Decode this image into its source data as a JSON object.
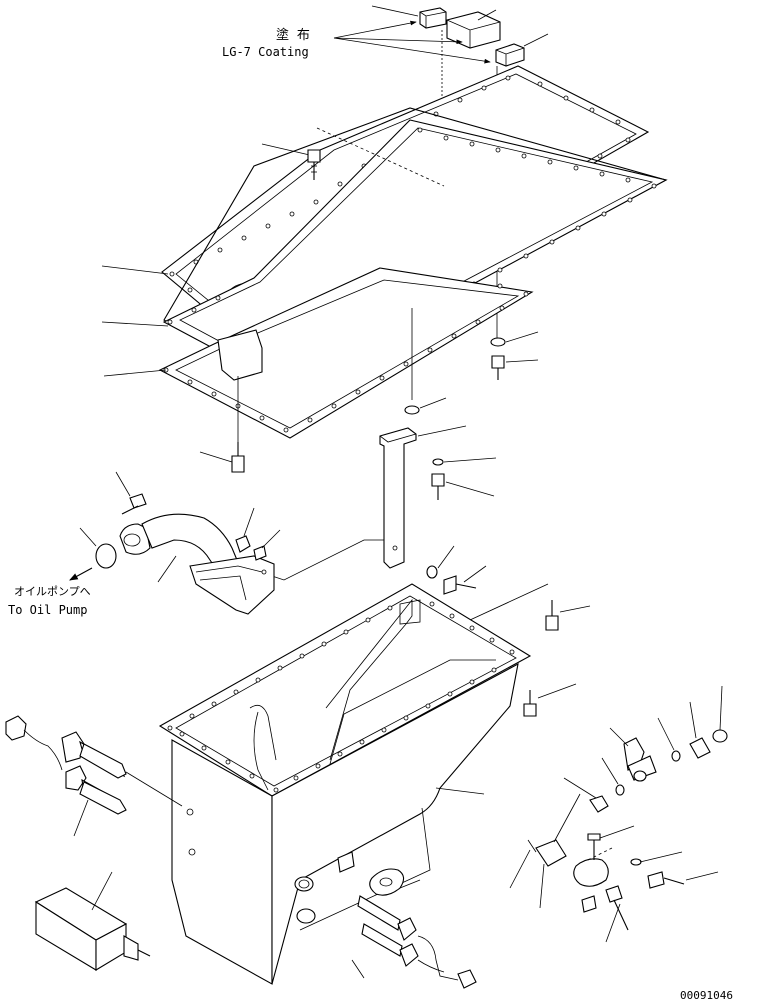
{
  "labels": {
    "coating_jp": "塗 布",
    "coating_en": "LG-7 Coating",
    "oil_pump_jp": "オイルポンプへ",
    "oil_pump_en": "To Oil Pump",
    "drawing_number": "00091046"
  }
}
